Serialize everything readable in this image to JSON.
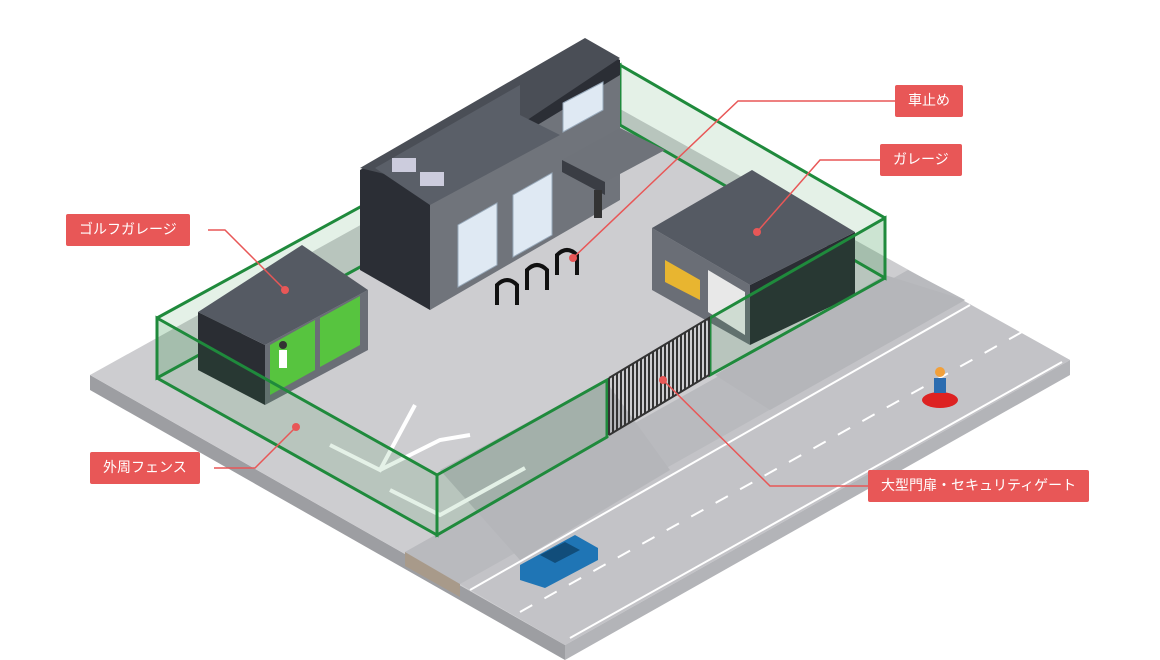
{
  "labels": {
    "wheel_stop": "車止め",
    "garage": "ガレージ",
    "golf_garage": "ゴルフガレージ",
    "perimeter_fence": "外周フェンス",
    "security_gate": "大型門扉・セキュリティゲート"
  },
  "colors": {
    "label_bg": "#e85757",
    "fence": "#1f8a3c",
    "ground": "#c9c9cc",
    "building": "#595d66"
  }
}
